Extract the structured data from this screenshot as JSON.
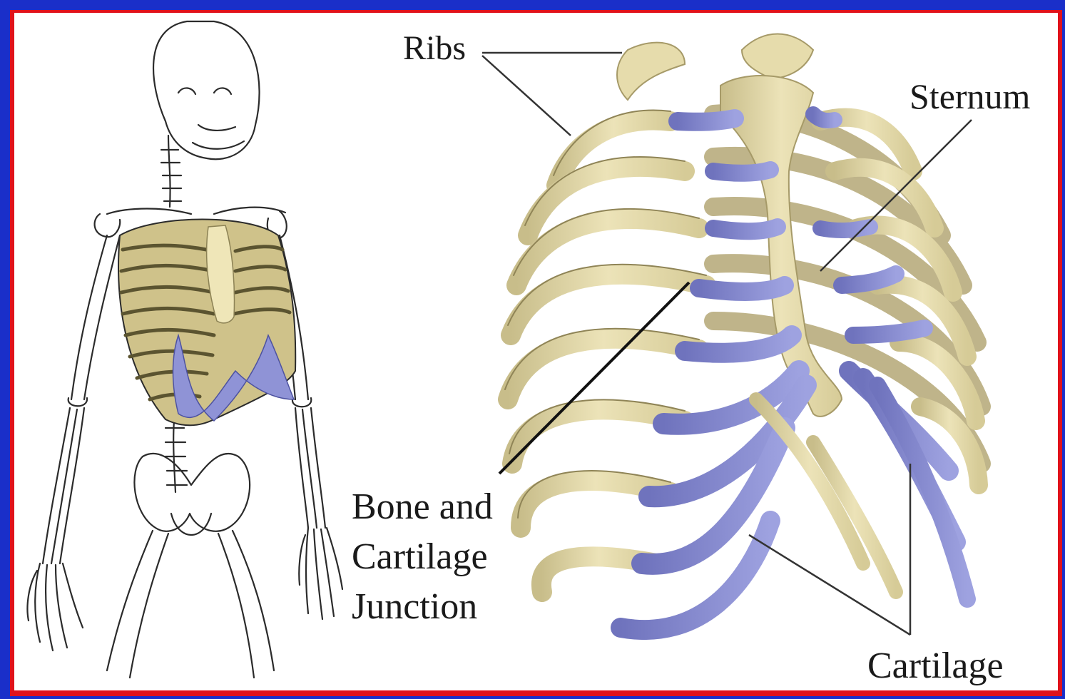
{
  "labels": {
    "ribs": "Ribs",
    "sternum": "Sternum",
    "junction": [
      "Bone and",
      "Cartilage",
      "Junction"
    ],
    "cartilage": "Cartilage"
  },
  "colors": {
    "outer_border": "#1a2fc9",
    "inner_border": "#e0121b",
    "bone": "#e8dfb0",
    "bone_shadow": "#b9ad7a",
    "cartilage": "#8f93d6",
    "cartilage_shadow": "#6b6fb8",
    "outline": "#2b2b2b",
    "leader_line": "#333333"
  }
}
